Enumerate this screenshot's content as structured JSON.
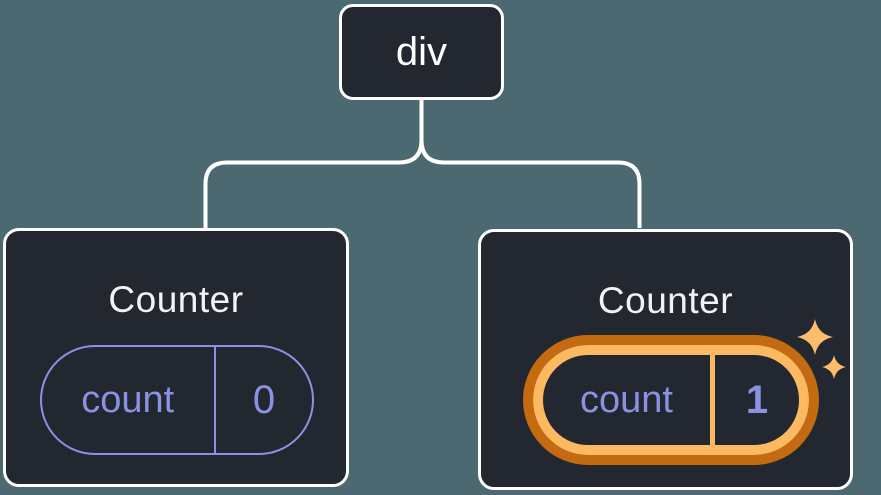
{
  "page": {
    "background": "#4c6870"
  },
  "colors": {
    "node_background": "#23272f",
    "node_border": "#ffffff",
    "connector_line": "#ffffff",
    "state_accent_purple": "#8a92e3",
    "highlight_ring_outer_orange": "#c46a10",
    "highlight_ring_inner_orange": "#fbb962",
    "sparkle_orange": "#fbbd6b",
    "title_text": "#f2f3f5"
  },
  "tree": {
    "root": {
      "label": "div"
    },
    "children": [
      {
        "title": "Counter",
        "state": {
          "key": "count",
          "value": "0"
        },
        "highlighted": false
      },
      {
        "title": "Counter",
        "state": {
          "key": "count",
          "value": "1"
        },
        "highlighted": true
      }
    ]
  },
  "icons": {
    "sparkles": "sparkles-icon"
  }
}
